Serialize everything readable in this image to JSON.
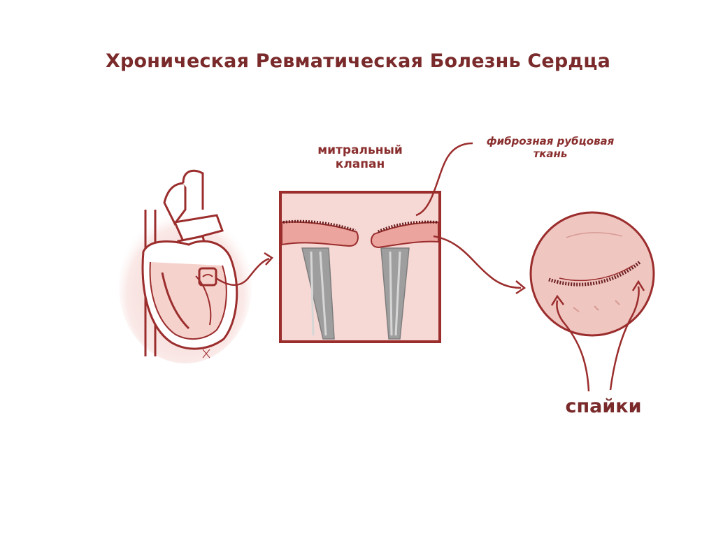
{
  "slide": {
    "title": "Хроническая Ревматическая Болезнь Сердца",
    "labels": {
      "mitral_valve": "митральный клапан",
      "fibrous_scar": "фиброзная рубцовая ткань",
      "adhesions": "спайки"
    },
    "colors": {
      "outline": "#9b2d2d",
      "title": "#7a2a2a",
      "tissue_fill": "#f1c9c4",
      "chordae": "#a8a8a8"
    },
    "icons": [
      "heart-illustration",
      "valve-closeup",
      "valve-orifice",
      "arrow"
    ]
  }
}
